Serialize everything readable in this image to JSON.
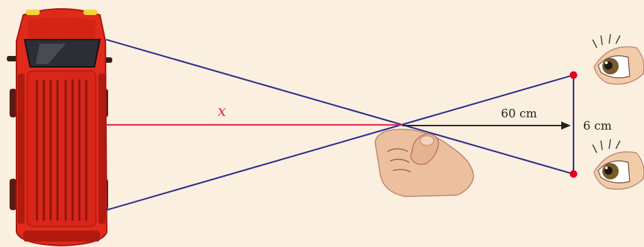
{
  "labels": {
    "x": "x",
    "hand_to_eyes": "60 cm",
    "eye_separation": "6 cm"
  },
  "colors": {
    "background": "#fbefdf",
    "car_body": "#e02a1c",
    "sight_lines": "#2a2f8f",
    "distance_line": "#e2285a",
    "arrow": "#222222",
    "eye_points": "#e0001b",
    "skin": "#ecbf9e"
  },
  "icons": [
    "car-topview-illustration",
    "thumb-hand-icon",
    "eye-icon"
  ]
}
